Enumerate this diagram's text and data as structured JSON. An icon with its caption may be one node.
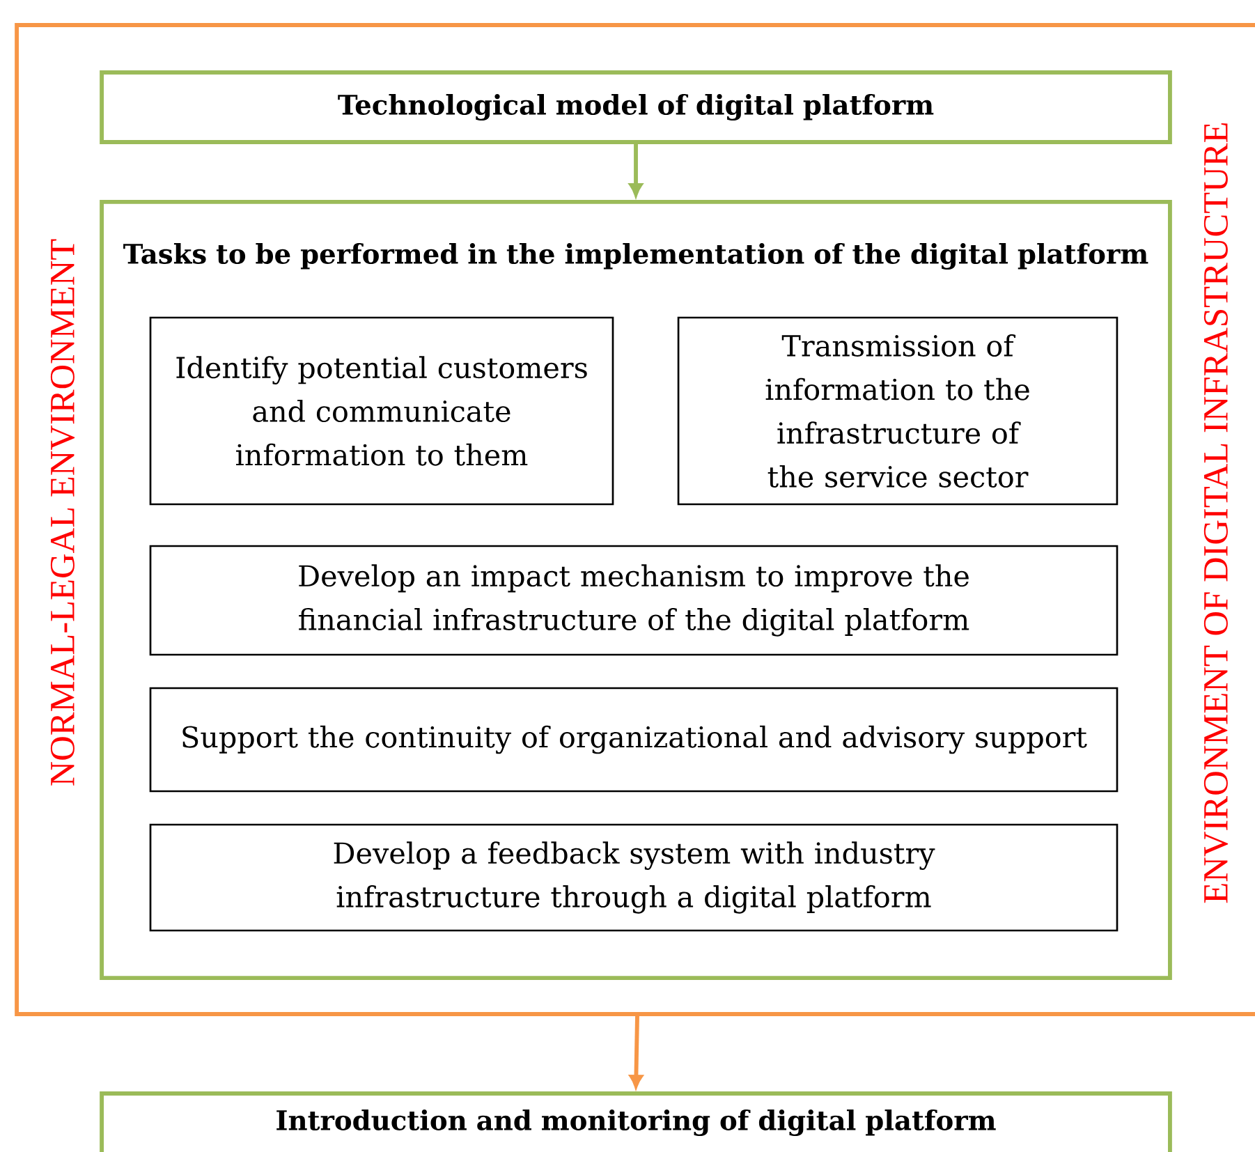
{
  "diagram": {
    "nodes": [
      {
        "text": [
          "NORMAL-LEGAL ENVIRONMENT",
          "ENVIRONMENT OF DIGITAL INFRASTRUCTURE"
        ]
      },
      {
        "text": [
          "Technological model of digital platform"
        ],
        "in": 0
      },
      {
        "text": [
          "Tasks to be performed in the implementation of the digital platform"
        ],
        "in": 0
      },
      {
        "text": [
          "Identify potential customers and communicate information to them"
        ],
        "in": 2
      },
      {
        "text": [
          "Transmission of information to the infrastructure of the service sector"
        ],
        "in": 2
      },
      {
        "text": [
          "Develop an impact mechanism to improve the financial infrastructure of the digital platform"
        ],
        "in": 2
      },
      {
        "text": [
          "Support the continuity of organizational and advisory support"
        ],
        "in": 2
      },
      {
        "text": [
          "Develop a feedback system with industry infrastructure through a digital platform"
        ],
        "in": 2
      },
      {
        "text": [
          "Introduction and monitoring of digital platform"
        ]
      }
    ],
    "edges": [
      {
        "from": 1,
        "to": 2,
        "arrow": "to",
        "color": "#9bbb59"
      },
      {
        "from": 0,
        "to": 8,
        "arrow": "to",
        "color": "#f79646"
      }
    ]
  }
}
